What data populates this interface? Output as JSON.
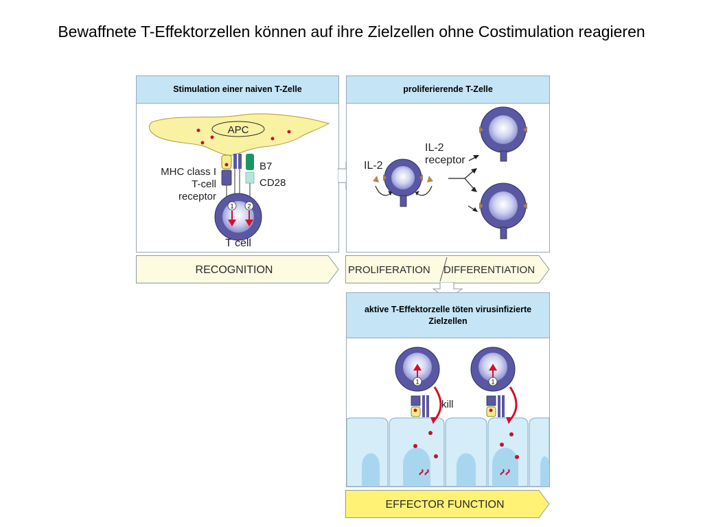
{
  "title": "Bewaffnete T-Effektorzellen können auf ihre Zielzellen ohne Costimulation reagieren",
  "panels": {
    "stimulation": {
      "header": "Stimulation einer naiven T-Zelle"
    },
    "proliferation": {
      "header": "proliferierende T-Zelle"
    },
    "effector": {
      "header": "aktive T-Effektorzelle töten virusinfizierte Zielzellen"
    }
  },
  "labels": {
    "apc": "APC",
    "mhc_class_1": "MHC class I",
    "t_cell_receptor_line1": "T-cell",
    "t_cell_receptor_line2": "receptor",
    "b7": "B7",
    "cd28": "CD28",
    "t_cell": "T cell",
    "il2": "IL-2",
    "il2_receptor_line1": "IL-2",
    "il2_receptor_line2": "receptor",
    "kill": "kill",
    "signal_1": "1",
    "signal_2": "2"
  },
  "banners": {
    "recognition": "RECOGNITION",
    "proliferation": "PROLIFERATION",
    "differentiation": "DIFFERENTIATION",
    "effector_function": "EFFECTOR FUNCTION"
  },
  "colors": {
    "header_bg": "#c5e4f6",
    "banner_fill": "#fdfbe0",
    "effector_banner_fill": "#fff275",
    "apc_fill": "#f8f2a2",
    "cell_outer": "#5a57a3",
    "cell_nucleus": "#d8dcf2",
    "arrow_red": "#d4102a",
    "epithelium": "#d4edf8"
  }
}
